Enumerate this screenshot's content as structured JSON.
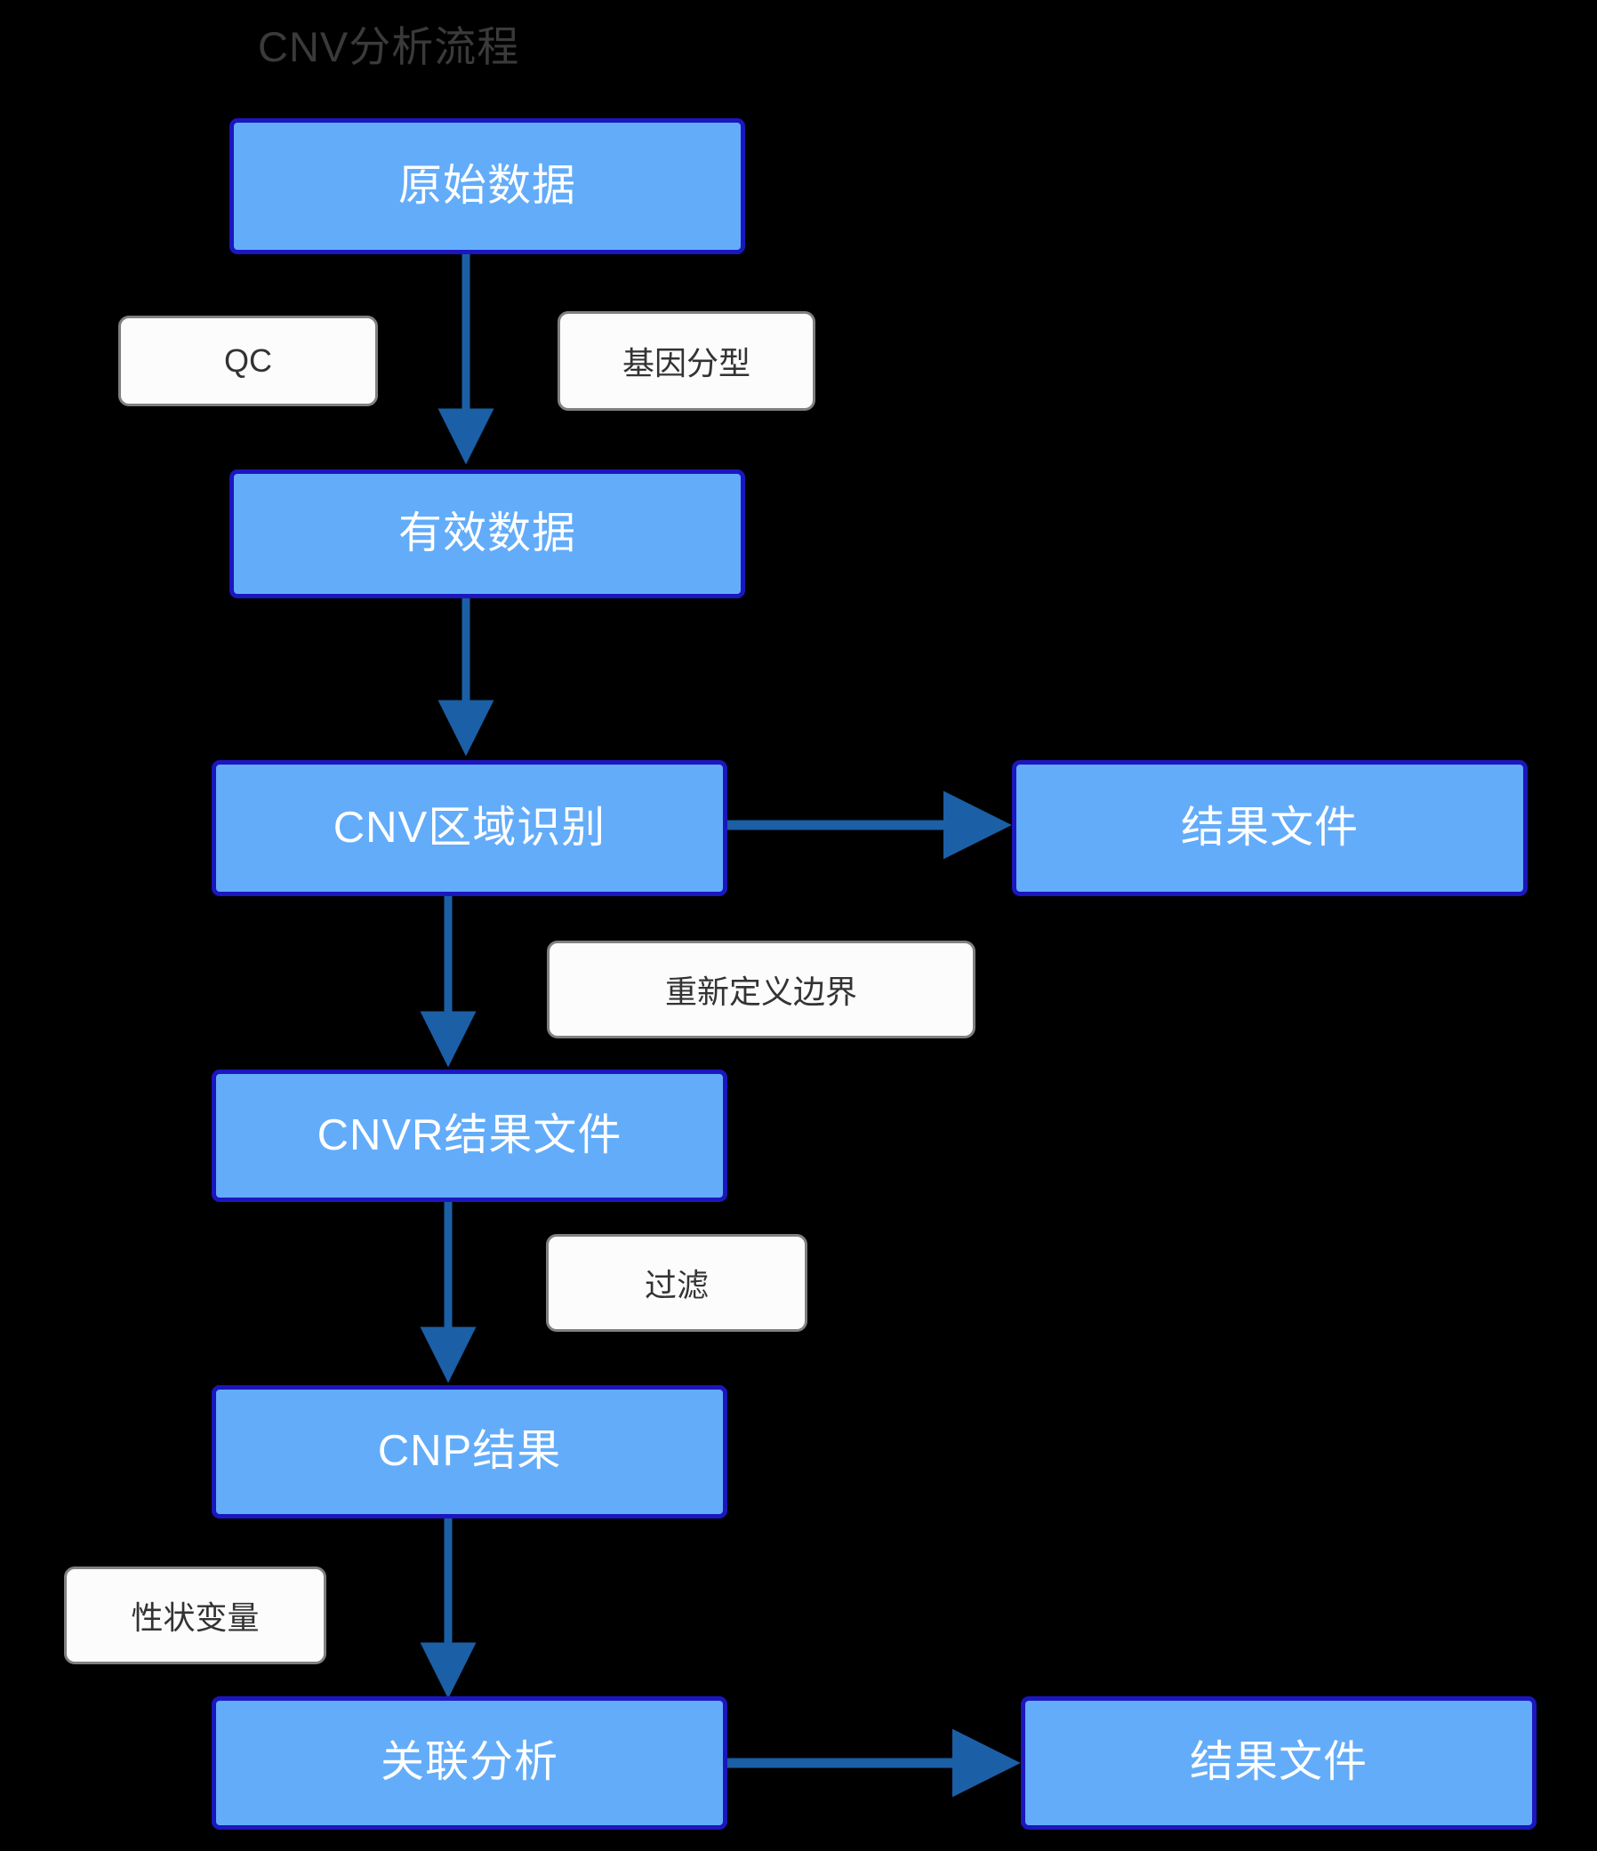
{
  "diagram": {
    "title": "CNV分析流程",
    "background_color": "#000000",
    "node_fill_color": "#63ACFA",
    "node_border_color": "#1C16BE",
    "node_text_color": "#FFFFFF",
    "label_fill_color": "#FCFCFC",
    "label_border_color": "#808080",
    "label_text_color": "#333333",
    "arrow_color": "#1B5FA6",
    "title_color": "#3A3A3A"
  },
  "nodes": [
    {
      "id": "raw-data",
      "label": "原始数据"
    },
    {
      "id": "valid-data",
      "label": "有效数据"
    },
    {
      "id": "cnv-region",
      "label": "CNV区域识别"
    },
    {
      "id": "result-file-top",
      "label": "结果文件"
    },
    {
      "id": "cnvr-result",
      "label": "CNVR结果文件"
    },
    {
      "id": "cnp-result",
      "label": "CNP结果"
    },
    {
      "id": "assoc-analysis",
      "label": "关联分析"
    },
    {
      "id": "result-file-bot",
      "label": "结果文件"
    }
  ],
  "edge_labels": [
    {
      "id": "qc",
      "label": "QC"
    },
    {
      "id": "genotyping",
      "label": "基因分型"
    },
    {
      "id": "redefine",
      "label": "重新定义边界"
    },
    {
      "id": "filter",
      "label": "过滤"
    },
    {
      "id": "trait",
      "label": "性状变量"
    }
  ],
  "edges": [
    {
      "from": "raw-data",
      "to": "valid-data",
      "labels": [
        "QC",
        "基因分型"
      ]
    },
    {
      "from": "valid-data",
      "to": "cnv-region",
      "labels": []
    },
    {
      "from": "cnv-region",
      "to": "result-file-top",
      "labels": []
    },
    {
      "from": "cnv-region",
      "to": "cnvr-result",
      "labels": [
        "重新定义边界"
      ]
    },
    {
      "from": "cnvr-result",
      "to": "cnp-result",
      "labels": [
        "过滤"
      ]
    },
    {
      "from": "cnp-result",
      "to": "assoc-analysis",
      "labels": [
        "性状变量"
      ]
    },
    {
      "from": "assoc-analysis",
      "to": "result-file-bot",
      "labels": []
    }
  ]
}
